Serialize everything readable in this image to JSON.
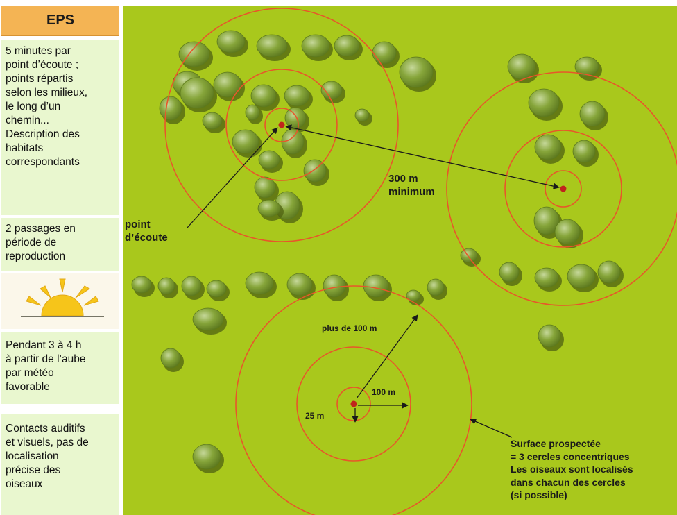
{
  "sidebar": {
    "title": "EPS",
    "box1": [
      "5 minutes par",
      "point d’écoute ;",
      "points répartis",
      "selon les milieux,",
      "le long d’un",
      "chemin...",
      "Description des",
      "habitats",
      "correspondants"
    ],
    "box2": [
      "2 passages en",
      "période de",
      "reproduction"
    ],
    "box3": [
      "Pendant 3 à 4 h",
      "à partir de l’aube",
      "par météo",
      "favorable"
    ],
    "box4": [
      "Contacts auditifs",
      "et visuels, pas de",
      "localisation",
      "précise des",
      "oiseaux"
    ],
    "sun_icon": "sunrise-icon"
  },
  "diagram": {
    "label_300m": [
      "300 m",
      "minimum"
    ],
    "label_point": [
      "point",
      "d’écoute"
    ],
    "label_plus100": "plus de 100 m",
    "label_100": "100 m",
    "label_25": "25 m",
    "label_surface": [
      "Surface prospectée",
      "= 3 cercles concentriques",
      "Les oiseaux sont localisés",
      "dans chacun des cercles",
      "(si possible)"
    ],
    "colors": {
      "field": "#a9c81c",
      "circle": "#e8562a",
      "tree": "#7e9e2e",
      "tree_shadow": "#4f6112",
      "point": "#c0241c"
    }
  }
}
